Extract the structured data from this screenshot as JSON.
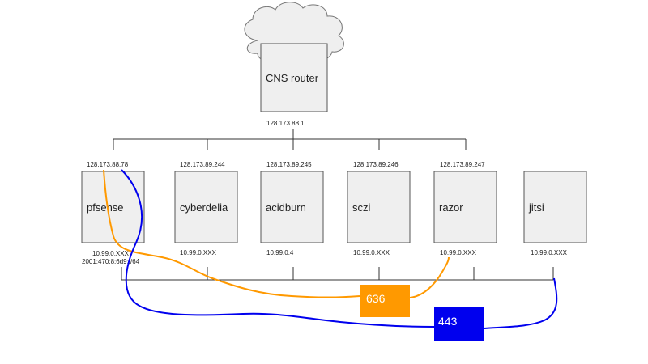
{
  "router": {
    "name": "CNS router",
    "ip": "128.173.88.1"
  },
  "hosts": [
    {
      "id": "pfsense",
      "name": "pfsense",
      "public_ip": "128.173.88.78",
      "private_ip": "10.99.0.XXX",
      "ipv6": "2001:470:8:6d9::/64"
    },
    {
      "id": "cyberdelia",
      "name": "cyberdelia",
      "public_ip": "128.173.89.244",
      "private_ip": "10.99.0.XXX"
    },
    {
      "id": "acidburn",
      "name": "acidburn",
      "public_ip": "128.173.89.245",
      "private_ip": "10.99.0.4"
    },
    {
      "id": "sczi",
      "name": "sczi",
      "public_ip": "128.173.89.246",
      "private_ip": "10.99.0.XXX"
    },
    {
      "id": "razor",
      "name": "razor",
      "public_ip": "128.173.89.247",
      "private_ip": "10.99.0.XXX"
    },
    {
      "id": "jitsi",
      "name": "jitsi",
      "public_ip": "",
      "private_ip": "10.99.0.XXX"
    }
  ],
  "ports": [
    {
      "id": "port-636",
      "label": "636",
      "color": "#ff9900"
    },
    {
      "id": "port-443",
      "label": "443",
      "color": "#0000ee"
    }
  ],
  "colors": {
    "box_fill": "#efefef",
    "box_stroke": "#555555",
    "cloud_fill": "#efefef"
  }
}
